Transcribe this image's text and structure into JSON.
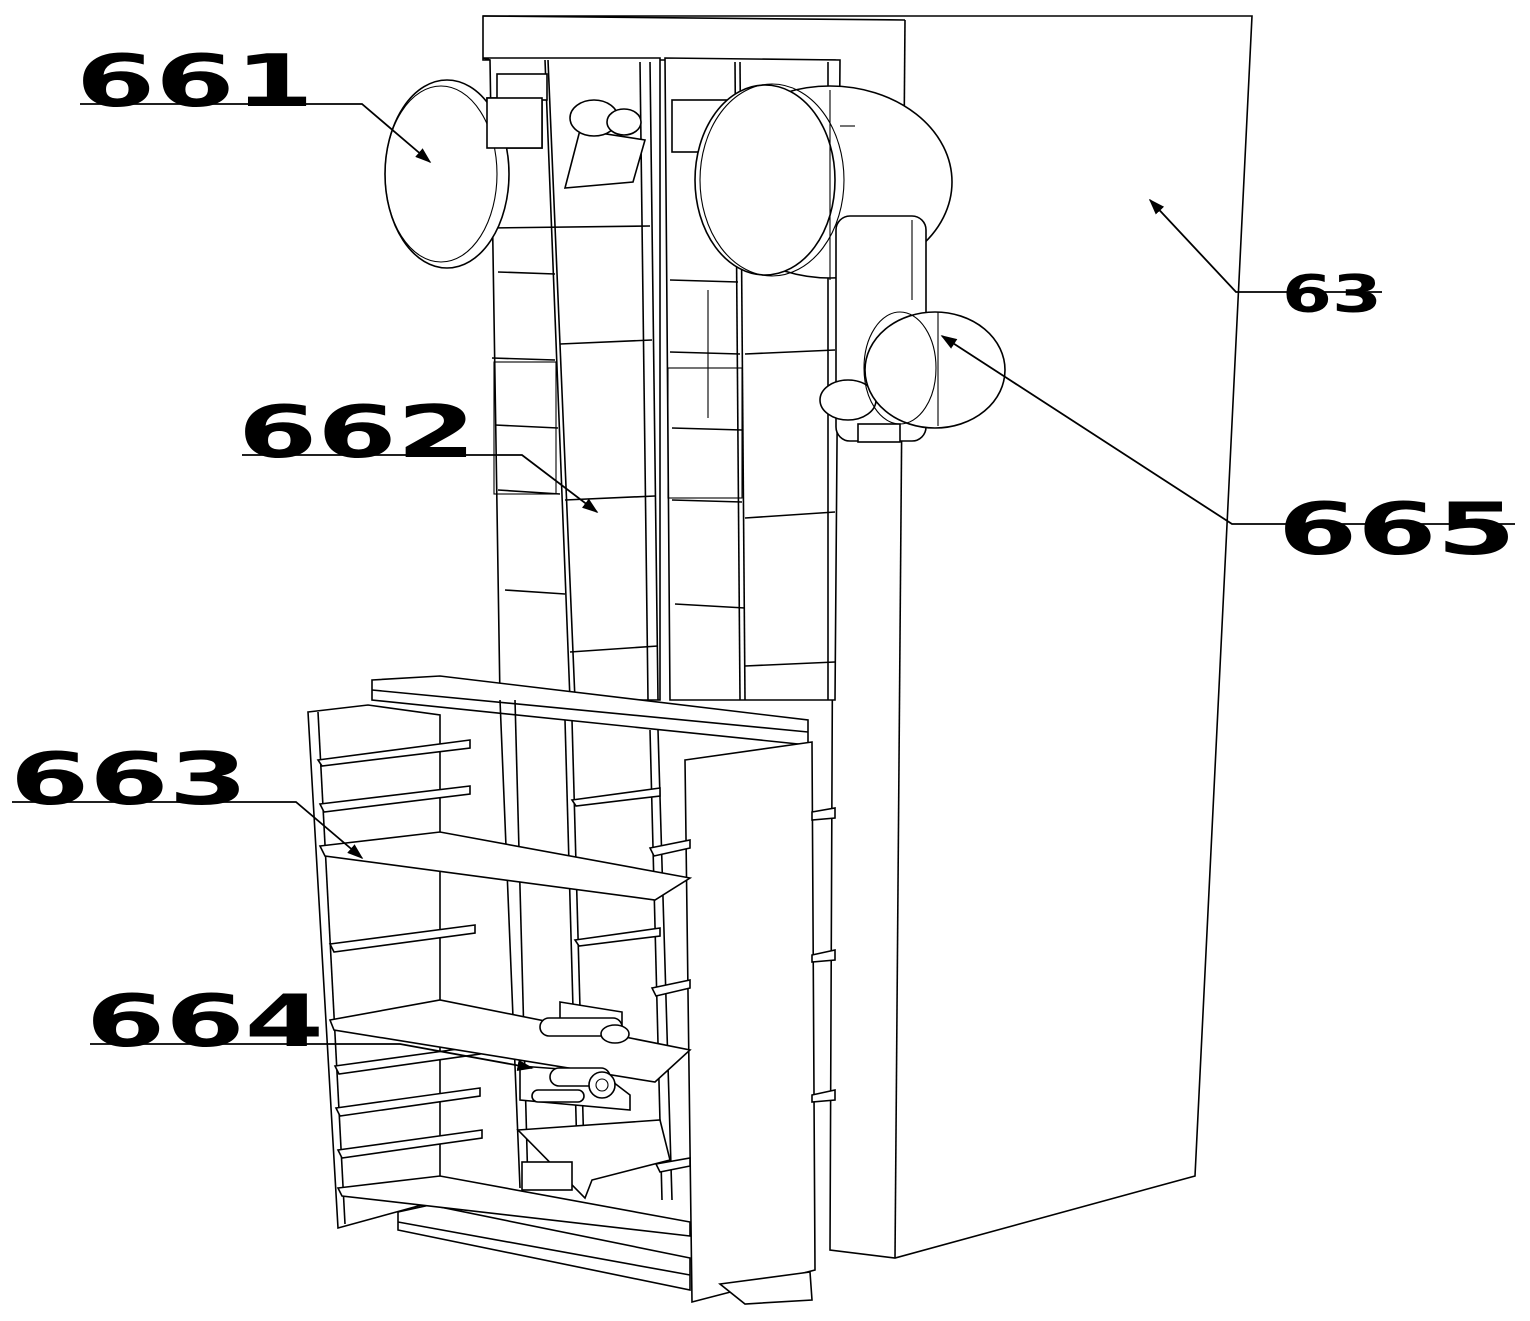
{
  "labels": {
    "l661": "661",
    "l662": "662",
    "l663": "663",
    "l664": "664",
    "l665": "665",
    "l63": "63"
  }
}
